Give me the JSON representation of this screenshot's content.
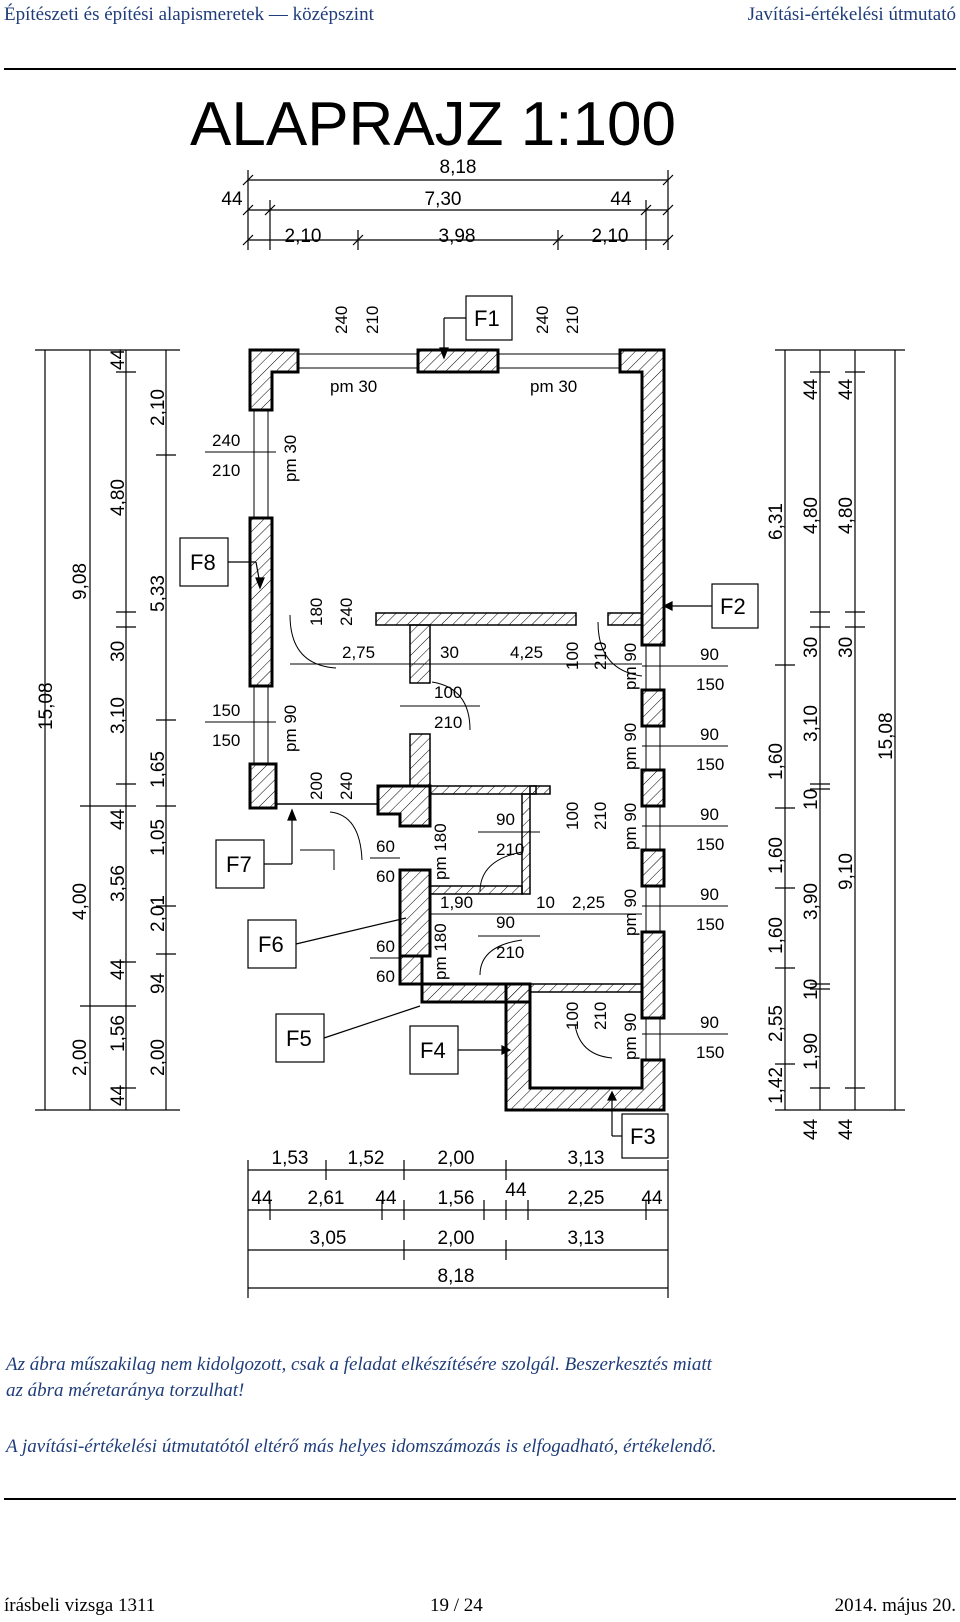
{
  "header": {
    "left": "Építészeti és építési alapismeretek — középszint",
    "right": "Javítási-értékelési útmutató"
  },
  "drawing": {
    "title": "ALAPRAJZ 1:100",
    "top_dims": {
      "total": "8,18",
      "left": "44",
      "mid": "7,30",
      "right": "44",
      "a": "2,10",
      "b": "3,98",
      "c": "2,10"
    },
    "bottom_dims": {
      "row1": [
        "1,53",
        "1,52",
        "2,00",
        "3,13"
      ],
      "row2": [
        "44",
        "2,61",
        "44",
        "1,56",
        "44",
        "2,25",
        "44"
      ],
      "row3": [
        "3,05",
        "2,00",
        "3,13"
      ],
      "total": "8,18"
    },
    "left_dims": {
      "col1": [
        "15,08"
      ],
      "col2": [
        "2,00",
        "4,00",
        "9,08"
      ],
      "col3": [
        "44",
        "1,56",
        "44",
        "3,56",
        "44",
        "3,10",
        "30",
        "4,80",
        "44"
      ],
      "col4": [
        "2,00",
        "94",
        "2,01",
        "1,05",
        "1,65",
        "5,33",
        "2,10"
      ]
    },
    "right_dims": {
      "col1": [
        "1,42",
        "2,55",
        "1,60",
        "1,60",
        "1,60",
        "6,31"
      ],
      "col2": [
        "44",
        "1,90",
        "10",
        "3,90",
        "10",
        "3,10",
        "30",
        "4,80",
        "44"
      ],
      "col3": [
        "44",
        "9,10",
        "30",
        "4,80",
        "44"
      ],
      "col4": [
        "15,08"
      ]
    },
    "labels": {
      "F1": "F1",
      "F2": "F2",
      "F3": "F3",
      "F4": "F4",
      "F5": "F5",
      "F6": "F6",
      "F7": "F7",
      "F8": "F8"
    },
    "inner": {
      "pm30": "pm 30",
      "n240": "240",
      "n210": "210",
      "n180": "180",
      "n200": "200",
      "n150": "150",
      "n100": "100",
      "n90": "90",
      "n60": "60",
      "pm90": "pm 90",
      "pm180": "pm 180",
      "d275": "2,75",
      "d30": "30",
      "d425": "4,25",
      "d190": "1,90",
      "d10": "10",
      "d225": "2,25"
    }
  },
  "notes": {
    "line1": "Az ábra műszakilag nem kidolgozott, csak a feladat elkészítésére szolgál. Beszerkesztés miatt",
    "line2": "az ábra méretaránya torzulhat!",
    "line3": "A javítási-értékelési útmutatótól eltérő más helyes idomszámozás is elfogadható, értékelendő."
  },
  "footer": {
    "left": "írásbeli vizsga 1311",
    "center": "19 / 24",
    "right": "2014. május 20."
  }
}
